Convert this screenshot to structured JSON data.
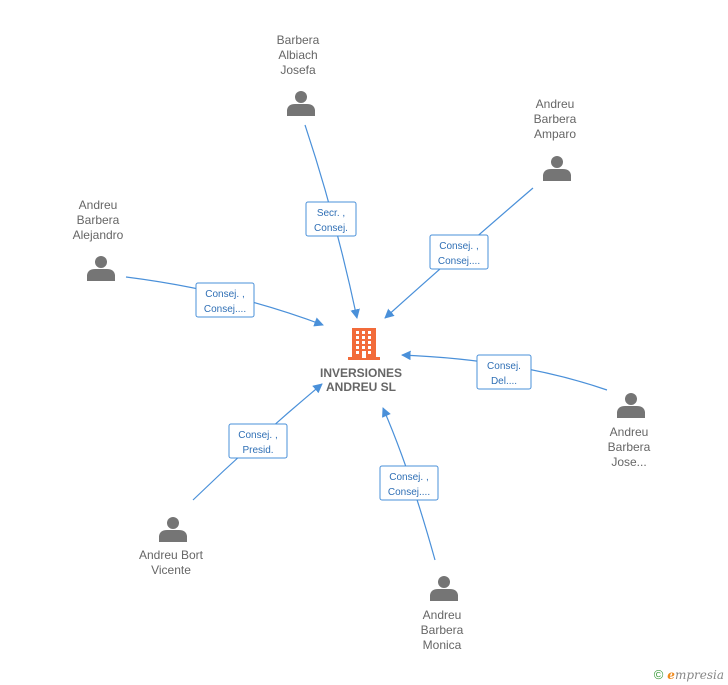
{
  "center": {
    "lines": [
      "INVERSIONES",
      "ANDREU SL"
    ],
    "icon": "building-icon",
    "color": "#f26b3a"
  },
  "people": [
    {
      "id": "barbera-albiach-josefa",
      "lines": [
        "Barbera",
        "Albiach",
        "Josefa"
      ],
      "role": [
        "Secr. ,",
        "Consej."
      ]
    },
    {
      "id": "andreu-barbera-amparo",
      "lines": [
        "Andreu",
        "Barbera",
        "Amparo"
      ],
      "role": [
        "Consej. ,",
        "Consej...."
      ]
    },
    {
      "id": "andreu-barbera-alejandro",
      "lines": [
        "Andreu",
        "Barbera",
        "Alejandro"
      ],
      "role": [
        "Consej. ,",
        "Consej...."
      ]
    },
    {
      "id": "andreu-barbera-jose",
      "lines": [
        "Andreu",
        "Barbera",
        "Jose..."
      ],
      "role": [
        "Consej.",
        "Del...."
      ]
    },
    {
      "id": "andreu-bort-vicente",
      "lines": [
        "Andreu Bort",
        "Vicente"
      ],
      "role": [
        "Consej. ,",
        "Presid."
      ]
    },
    {
      "id": "andreu-barbera-monica",
      "lines": [
        "Andreu",
        "Barbera",
        "Monica"
      ],
      "role": [
        "Consej. ,",
        "Consej...."
      ]
    }
  ],
  "colors": {
    "edge": "#4a90d9",
    "person_icon": "#757575",
    "label": "#666666"
  },
  "footer": {
    "copyright": "©",
    "brand_initial": "e",
    "brand_rest": "mpresia"
  }
}
